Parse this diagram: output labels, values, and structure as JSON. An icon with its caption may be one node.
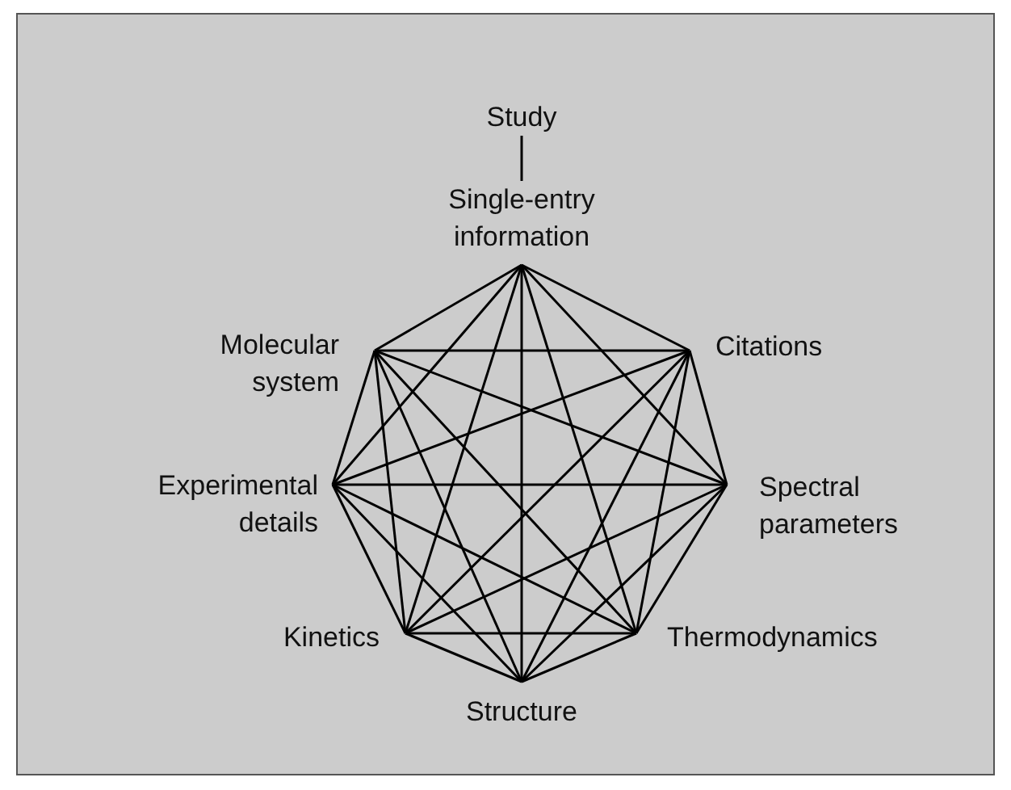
{
  "diagram": {
    "nodes": [
      {
        "text": [
          "Study"
        ]
      },
      {
        "text": [
          "Single-entry information"
        ]
      },
      {
        "text": [
          "Molecular system"
        ]
      },
      {
        "text": [
          "Citations"
        ]
      },
      {
        "text": [
          "Experimental details"
        ]
      },
      {
        "text": [
          "Spectral parameters"
        ]
      },
      {
        "text": [
          "Kinetics"
        ]
      },
      {
        "text": [
          "Thermodynamics"
        ]
      },
      {
        "text": [
          "Structure"
        ]
      }
    ],
    "edges": [
      {
        "from": 0,
        "to": 1,
        "arrow": "none"
      },
      {
        "from": 1,
        "to": 2,
        "arrow": "none"
      },
      {
        "from": 1,
        "to": 3,
        "arrow": "none"
      },
      {
        "from": 1,
        "to": 4,
        "arrow": "none"
      },
      {
        "from": 1,
        "to": 5,
        "arrow": "none"
      },
      {
        "from": 1,
        "to": 6,
        "arrow": "none"
      },
      {
        "from": 1,
        "to": 7,
        "arrow": "none"
      },
      {
        "from": 1,
        "to": 8,
        "arrow": "none"
      },
      {
        "from": 2,
        "to": 3,
        "arrow": "none"
      },
      {
        "from": 2,
        "to": 4,
        "arrow": "none"
      },
      {
        "from": 2,
        "to": 5,
        "arrow": "none"
      },
      {
        "from": 2,
        "to": 6,
        "arrow": "none"
      },
      {
        "from": 2,
        "to": 7,
        "arrow": "none"
      },
      {
        "from": 2,
        "to": 8,
        "arrow": "none"
      },
      {
        "from": 3,
        "to": 4,
        "arrow": "none"
      },
      {
        "from": 3,
        "to": 5,
        "arrow": "none"
      },
      {
        "from": 3,
        "to": 6,
        "arrow": "none"
      },
      {
        "from": 3,
        "to": 7,
        "arrow": "none"
      },
      {
        "from": 3,
        "to": 8,
        "arrow": "none"
      },
      {
        "from": 4,
        "to": 5,
        "arrow": "none"
      },
      {
        "from": 4,
        "to": 6,
        "arrow": "none"
      },
      {
        "from": 4,
        "to": 7,
        "arrow": "none"
      },
      {
        "from": 4,
        "to": 8,
        "arrow": "none"
      },
      {
        "from": 5,
        "to": 6,
        "arrow": "none"
      },
      {
        "from": 5,
        "to": 7,
        "arrow": "none"
      },
      {
        "from": 5,
        "to": 8,
        "arrow": "none"
      },
      {
        "from": 6,
        "to": 7,
        "arrow": "none"
      },
      {
        "from": 6,
        "to": 8,
        "arrow": "none"
      },
      {
        "from": 7,
        "to": 8,
        "arrow": "none"
      }
    ]
  }
}
